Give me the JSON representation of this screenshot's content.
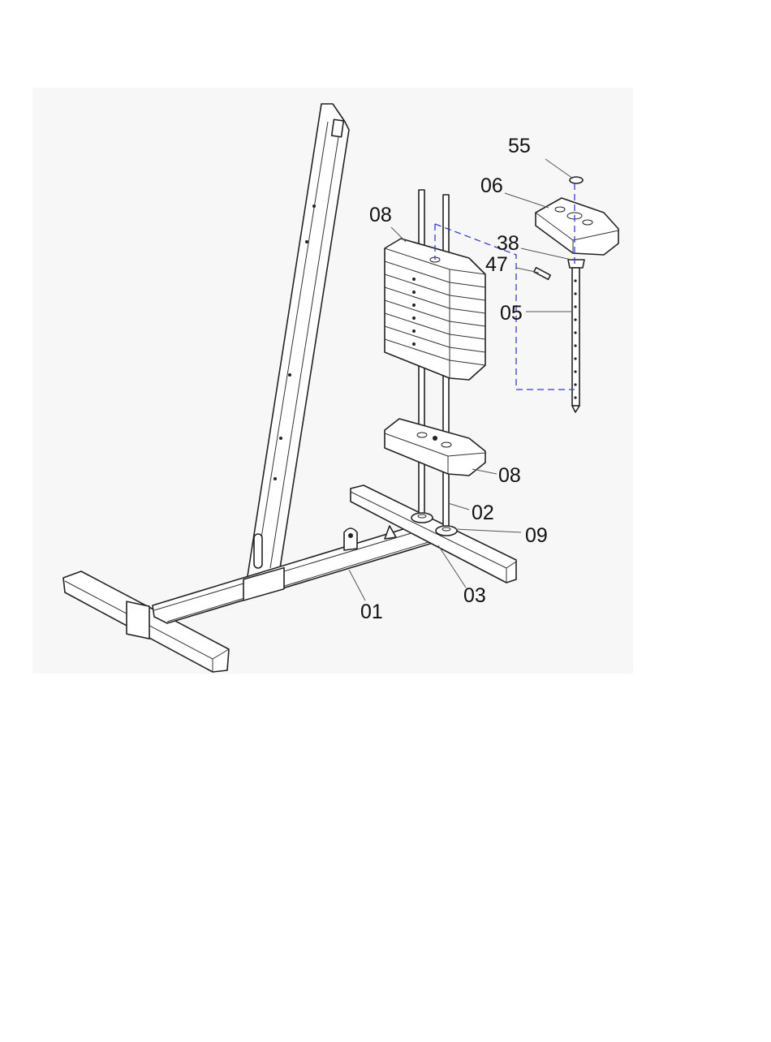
{
  "diagram": {
    "background_color": "#f7f7f7",
    "line_color": "#222222",
    "dashed_guide_color": "#3340c8",
    "labels": [
      {
        "id": "label-55",
        "text": "55"
      },
      {
        "id": "label-06",
        "text": "06"
      },
      {
        "id": "label-08-top",
        "text": "08"
      },
      {
        "id": "label-38",
        "text": "38"
      },
      {
        "id": "label-47",
        "text": "47"
      },
      {
        "id": "label-05",
        "text": "05"
      },
      {
        "id": "label-08-bottom",
        "text": "08"
      },
      {
        "id": "label-02",
        "text": "02"
      },
      {
        "id": "label-09",
        "text": "09"
      },
      {
        "id": "label-03",
        "text": "03"
      },
      {
        "id": "label-01",
        "text": "01"
      }
    ]
  }
}
